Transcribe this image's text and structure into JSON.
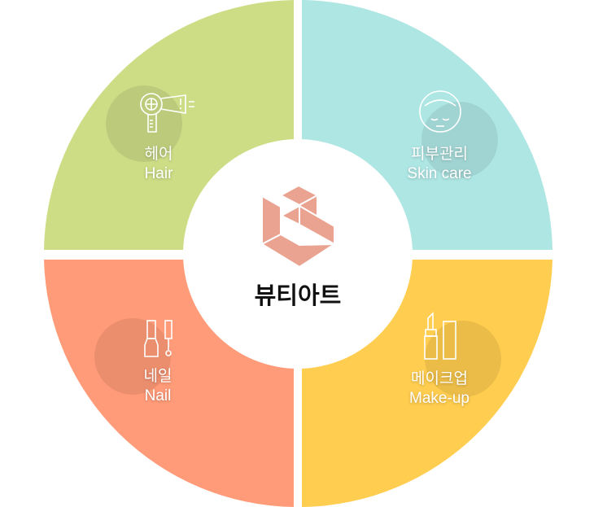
{
  "center": {
    "title": "뷰티아트",
    "logo_color": "#eaa391"
  },
  "segments": [
    {
      "id": "hair",
      "ko": "헤어",
      "en": "Hair",
      "color": "#cddd86",
      "icon": "hair-dryer-icon"
    },
    {
      "id": "skin",
      "ko": "피부관리",
      "en": "Skin care",
      "color": "#aee6e4",
      "icon": "face-mask-icon"
    },
    {
      "id": "nail",
      "ko": "네일",
      "en": "Nail",
      "color": "#ff9b78",
      "icon": "nail-polish-icon"
    },
    {
      "id": "makeup",
      "ko": "메이크업",
      "en": "Make-up",
      "color": "#ffcd4f",
      "icon": "lipstick-icon"
    }
  ]
}
